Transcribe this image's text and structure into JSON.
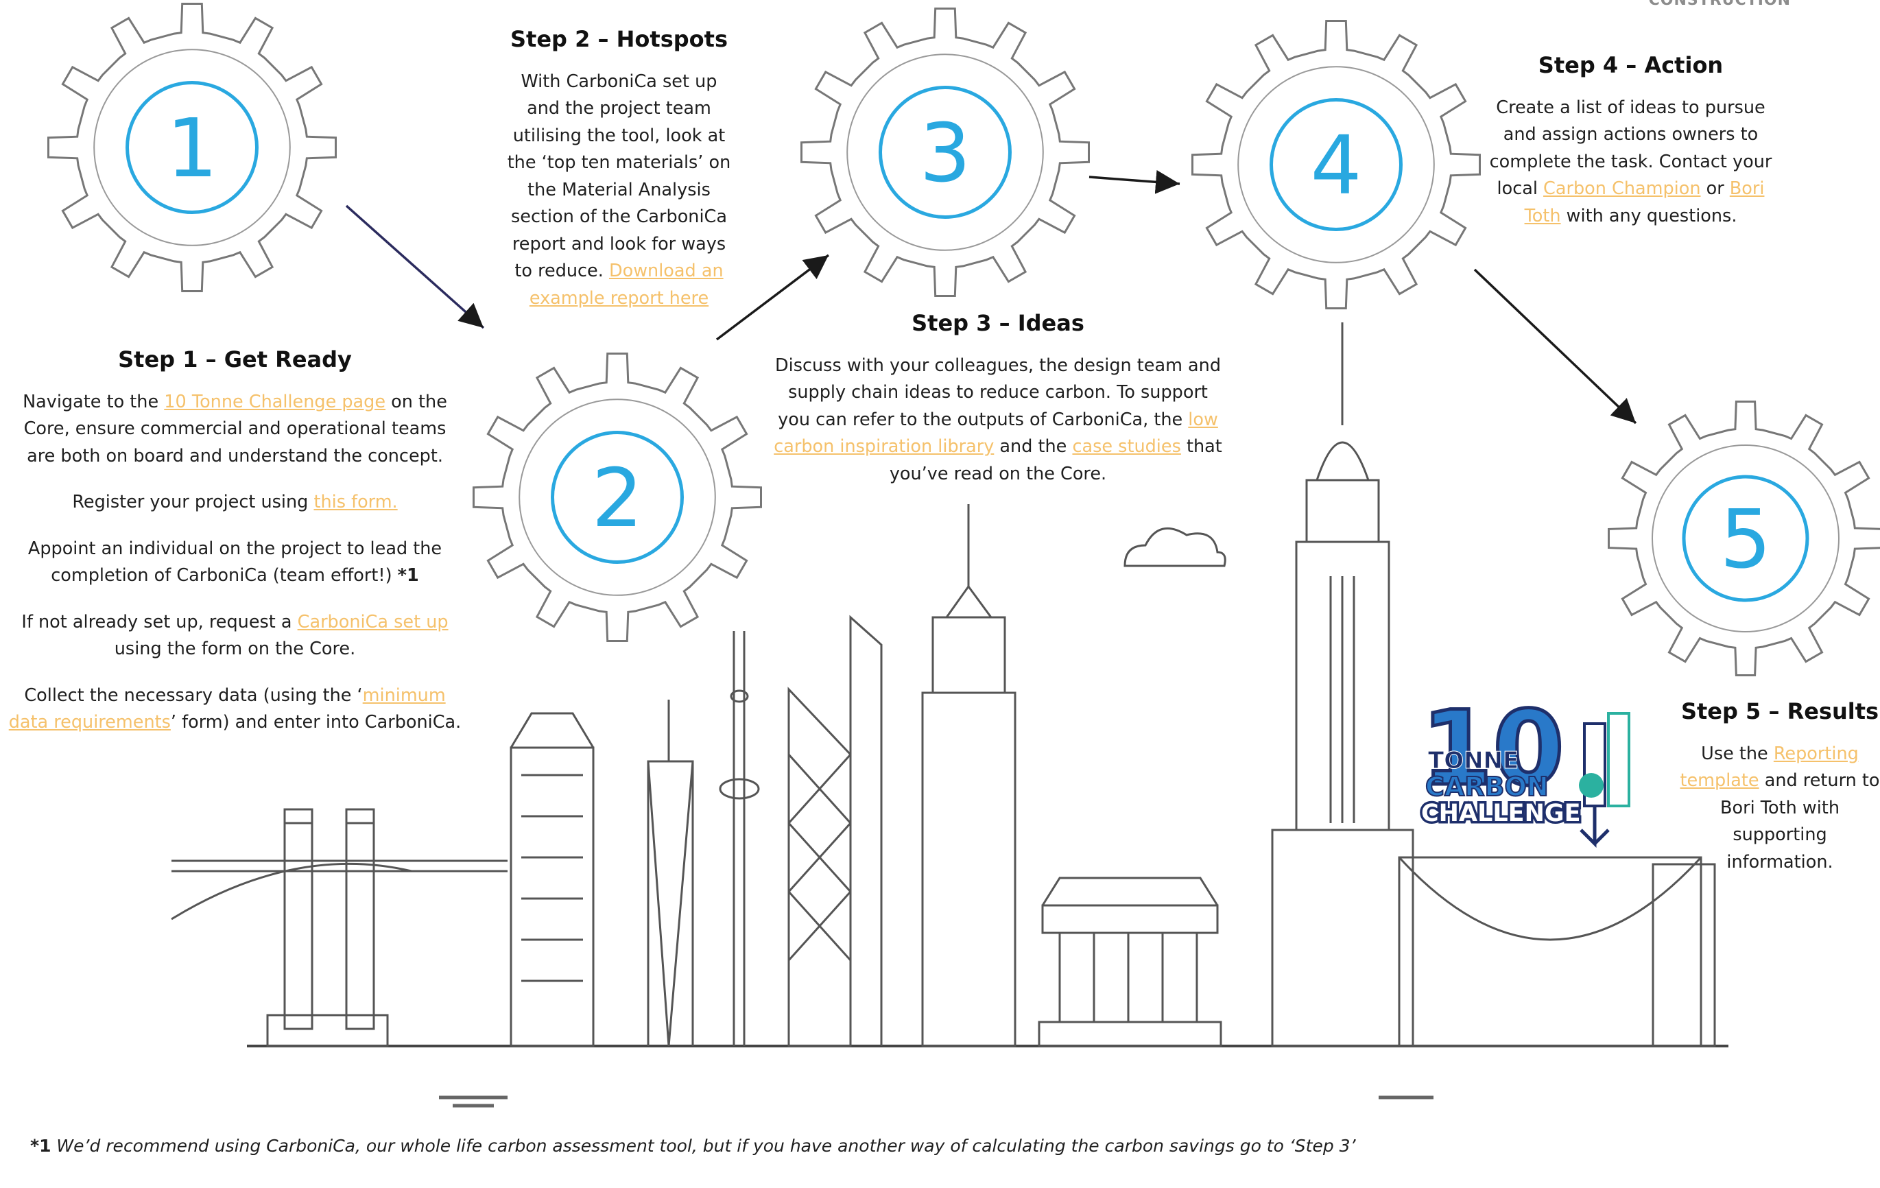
{
  "brand": "CONSTRUCTION",
  "gears": [
    {
      "label": "1"
    },
    {
      "label": "2"
    },
    {
      "label": "3"
    },
    {
      "label": "4"
    },
    {
      "label": "5"
    }
  ],
  "step1": {
    "heading": "Step 1 – Get Ready",
    "p1_pre": "Navigate to the ",
    "p1_link": "10 Tonne Challenge page",
    "p1_post": " on the Core, ensure commercial and operational teams are both on board and understand the concept.",
    "p2_pre": "Register your project using ",
    "p2_link": "this form.",
    "p3_text": "Appoint an individual on the project to lead the completion of CarboniCa (team effort!) ",
    "p3_ref": "*1",
    "p4_pre": "If not already set up, request a ",
    "p4_link": "CarboniCa set up",
    "p4_post": " using the form on the Core.",
    "p5_pre": "Collect the necessary data (using the ‘",
    "p5_link": "minimum data requirements",
    "p5_post": "’ form) and enter into CarboniCa."
  },
  "step2": {
    "heading": "Step 2 – Hotspots",
    "text": "With CarboniCa set up and the project team utilising the tool, look at the ‘top ten materials’ on the Material Analysis section of the CarboniCa report and look for ways to reduce. ",
    "link": "Download an example report here"
  },
  "step3": {
    "heading": "Step 3 – Ideas",
    "t1": "Discuss with your colleagues, the design team and supply chain ideas to reduce carbon. To support you can refer to the outputs of CarboniCa, the ",
    "link1": "low carbon inspiration library",
    "t2": " and the ",
    "link2": "case studies",
    "t3": " that you’ve read on the Core."
  },
  "step4": {
    "heading": "Step 4 – Action",
    "t1": "Create a list of ideas to pursue and assign actions owners to complete the task.  Contact your local ",
    "link1": "Carbon Champion",
    "t2": " or ",
    "link2": "Bori Toth",
    "t3": " with any questions."
  },
  "step5": {
    "heading": "Step 5 – Results",
    "t1": "Use the ",
    "link": "Reporting template",
    "t2": " and return to Bori Toth with supporting information."
  },
  "logo": {
    "number": "10",
    "line1": "TONNE",
    "line2": "CARBON",
    "line3": "CHALLENGE"
  },
  "footnote": {
    "ref": "*1",
    "text": " We’d recommend using CarboniCa, our whole life carbon assessment tool, but if you have another way of calculating the carbon savings go to ‘Step 3’"
  },
  "colors": {
    "gear_number": "#29a8e0",
    "link": "#f5c16b",
    "logo_navy": "#1e2f6b",
    "logo_blue": "#2979c9",
    "logo_teal": "#2bb1a0"
  }
}
